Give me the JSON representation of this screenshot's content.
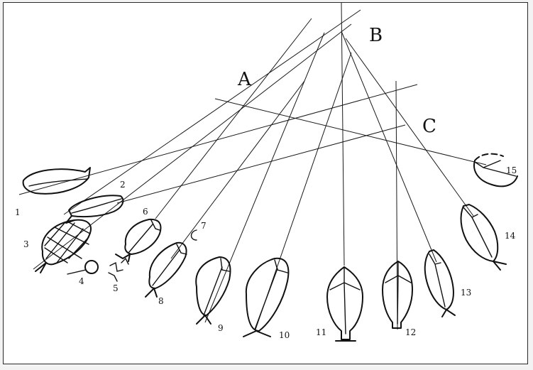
{
  "figure": {
    "labels": {
      "a": "A",
      "b": "B",
      "c": "C"
    },
    "fish_numbers": [
      "1",
      "2",
      "3",
      "4",
      "5",
      "6",
      "7",
      "8",
      "9",
      "10",
      "11",
      "12",
      "13",
      "14",
      "15"
    ]
  }
}
